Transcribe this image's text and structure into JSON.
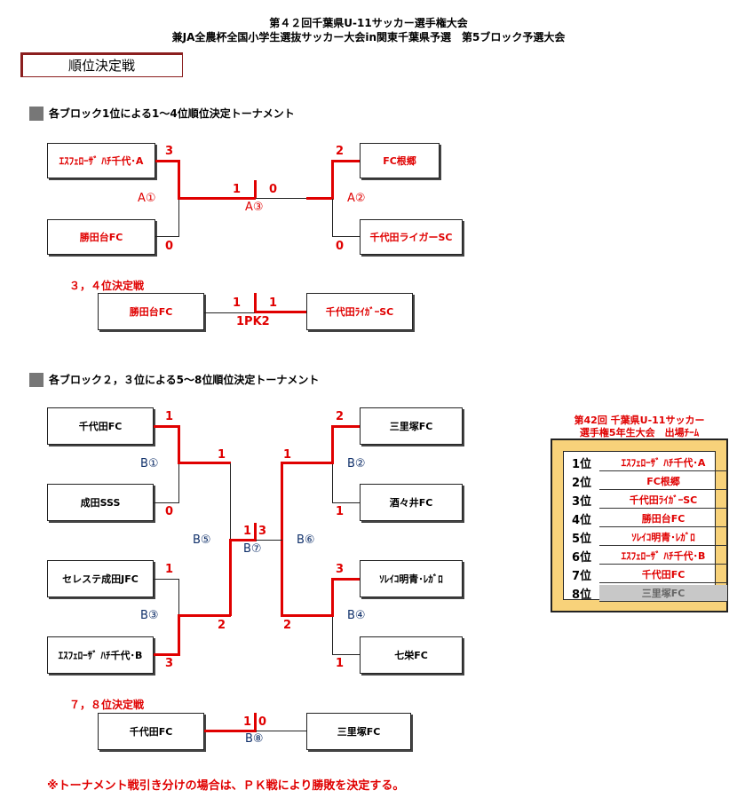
{
  "title1": "第４２回千葉県U-11サッカー選手権大会",
  "title2": "兼JA全農杯全国小学生選抜サッカー大会in関東千葉県予選　第5ブロック予選大会",
  "section_tag": "順位決定戦",
  "sec1_title": "各ブロック1位による1～4位順位決定トーナメント",
  "sec2_title": "各ブロック２，３位による5～8位順位決定トーナメント",
  "t1": {
    "teams": [
      "ｴｽﾌｪﾛｰｻﾞ ﾊﾁ千代･A",
      "勝田台FC",
      "FC根郷",
      "千代田ライガーSC"
    ],
    "labels": {
      "a1": "A①",
      "a2": "A②",
      "a3": "A③"
    },
    "scores": {
      "s1": "3",
      "s2": "0",
      "s3": "2",
      "s4": "0",
      "f1": "1",
      "f2": "0"
    }
  },
  "t2": {
    "title": "３，４位決定戦",
    "teams": [
      "勝田台FC",
      "千代田ﾗｲｶﾞｰSC"
    ],
    "scores": {
      "a": "1",
      "b": "1"
    },
    "pk": "1PK2"
  },
  "t3": {
    "teams": [
      "千代田FC",
      "成田SSS",
      "セレステ成田JFC",
      "ｴｽﾌｪﾛｰｻﾞ ﾊﾁ千代･B",
      "三里塚FC",
      "酒々井FC",
      "ｿﾚｲｺ明青･ﾚｶﾞﾛ",
      "七栄FC"
    ],
    "labels": {
      "b1": "B①",
      "b2": "B②",
      "b3": "B③",
      "b4": "B④",
      "b5": "B⑤",
      "b6": "B⑥",
      "b7": "B⑦"
    },
    "scores": {
      "s1": "1",
      "s2": "0",
      "s3": "1",
      "s4": "3",
      "s5": "2",
      "s6": "1",
      "s7": "3",
      "s8": "1",
      "r1": "1",
      "r2": "2",
      "r3": "1",
      "r4": "2",
      "f1": "1",
      "f2": "3"
    }
  },
  "t4": {
    "title": "７，８位決定戦",
    "teams": [
      "千代田FC",
      "三里塚FC"
    ],
    "scores": {
      "a": "1",
      "b": "0"
    },
    "label": "B⑧"
  },
  "panel": {
    "title1": "第42回 千葉県U-11サッカー",
    "title2": "選手権5年生大会　出場ﾁｰﾑ",
    "rows": [
      {
        "rank": "1位",
        "team": "ｴｽﾌｪﾛｰｻﾞ ﾊﾁ千代･A"
      },
      {
        "rank": "2位",
        "team": "FC根郷"
      },
      {
        "rank": "3位",
        "team": "千代田ﾗｲｶﾞｰSC"
      },
      {
        "rank": "4位",
        "team": "勝田台FC"
      },
      {
        "rank": "5位",
        "team": "ｿﾚｲｺ明青･ﾚｶﾞﾛ"
      },
      {
        "rank": "6位",
        "team": "ｴｽﾌｪﾛｰｻﾞ ﾊﾁ千代･B"
      },
      {
        "rank": "7位",
        "team": "千代田FC"
      },
      {
        "rank": "8位",
        "team": "三里塚FC"
      }
    ]
  },
  "note": "※トーナメント戦引き分けの場合は、ＰＫ戦により勝敗を決定する。"
}
